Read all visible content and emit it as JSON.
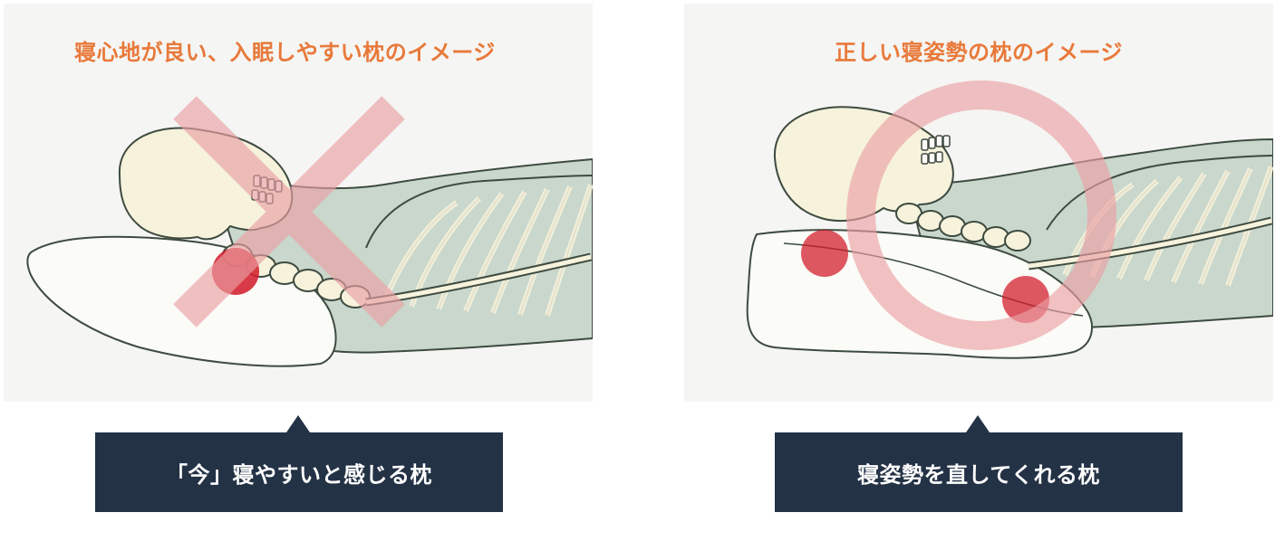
{
  "panels": {
    "left": {
      "title": "寝心地が良い、入眠しやすい枕のイメージ",
      "verdict_icon": "cross-mark-icon",
      "caption": "「今」寝やすいと感じる枕"
    },
    "right": {
      "title": "正しい寝姿勢の枕のイメージ",
      "verdict_icon": "circle-mark-icon",
      "caption": "寝姿勢を直してくれる枕"
    }
  },
  "colors": {
    "title_orange": "#e8793a",
    "caption_navy": "#243246",
    "mark_pink": "#eba0a4",
    "pressure_red": "#d3202f",
    "body_green": "#c9d7cc",
    "bone_cream": "#f6f2dc",
    "line_dark": "#3e4b40",
    "panel_bg": "#f5f5f3"
  }
}
